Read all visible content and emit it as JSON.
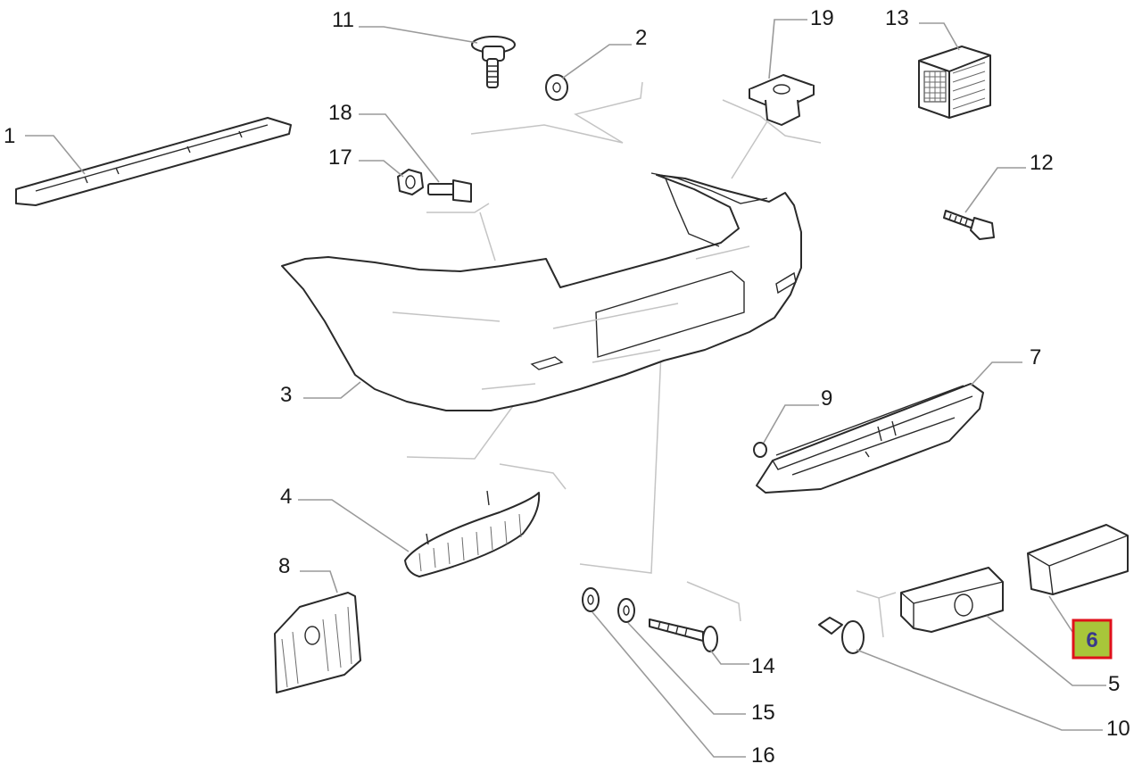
{
  "labels": {
    "p1": "1",
    "p2": "2",
    "p3": "3",
    "p4": "4",
    "p5": "5",
    "p6": "6",
    "p7": "7",
    "p8": "8",
    "p9": "9",
    "p10": "10",
    "p11": "11",
    "p12": "12",
    "p13": "13",
    "p14": "14",
    "p15": "15",
    "p16": "16",
    "p17": "17",
    "p18": "18",
    "p19": "19"
  },
  "highlight": {
    "part": "6",
    "fill": "#a8c63a",
    "border": "#e0101b"
  }
}
